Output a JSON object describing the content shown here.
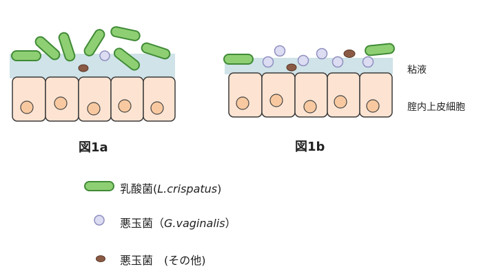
{
  "figures": {
    "a": {
      "label": "図1a"
    },
    "b": {
      "label": "図1b"
    }
  },
  "labels": {
    "mucus": "粘液",
    "epithelium": "腟内上皮細胞"
  },
  "legend": [
    {
      "icon": "lactobacillus-icon",
      "prefix": "乳酸菌(",
      "italic": "L.crispatus",
      "suffix": ")"
    },
    {
      "icon": "gardnerella-icon",
      "prefix": "悪玉菌（",
      "italic": "G.vaginalis",
      "suffix": "）"
    },
    {
      "icon": "other-bacteria-icon",
      "prefix": "悪玉菌　(その他)",
      "italic": "",
      "suffix": ""
    }
  ],
  "colors": {
    "cell_fill": "#fde4d2",
    "cell_stroke": "#3a3a3a",
    "nucleus_fill": "#f8c9a0",
    "mucus": "#cfe3e8",
    "lactobacillus": "#8fcf74",
    "lactobacillus_stroke": "#3f8a35",
    "gardnerella": "#dcdcf2",
    "gardnerella_stroke": "#8f8fc0",
    "other": "#8a5a44"
  }
}
